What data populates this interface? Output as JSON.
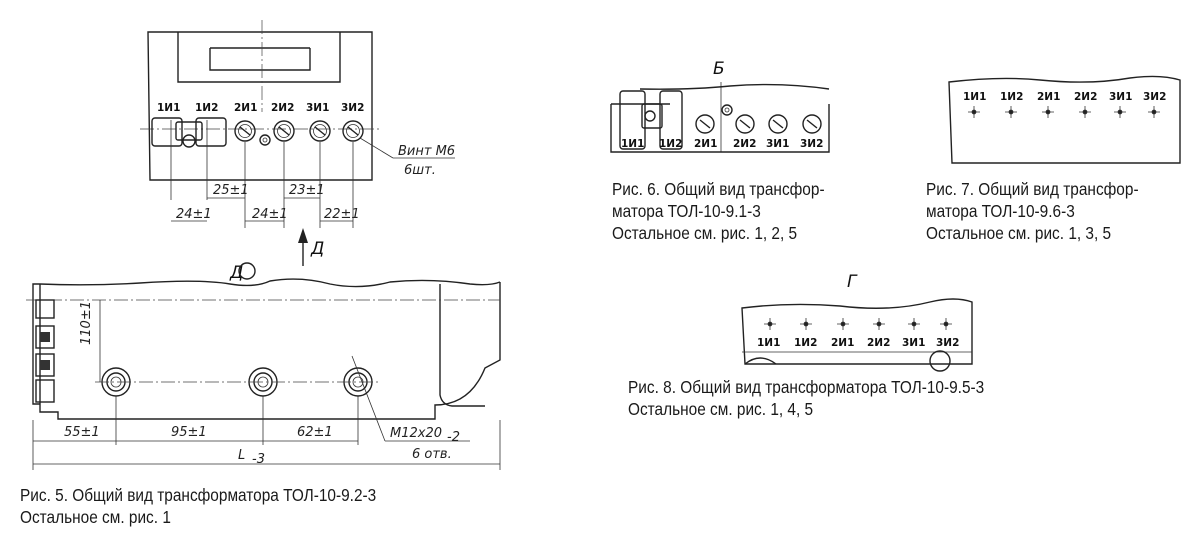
{
  "figure5": {
    "terminals": [
      "1И1",
      "1И2",
      "2И1",
      "2И2",
      "3И1",
      "3И2"
    ],
    "screw_note": [
      "Винт М6",
      "6шт."
    ],
    "dims_top": [
      "24±1",
      "25±1",
      "24±1",
      "23±1",
      "22±1"
    ],
    "view_arrow": "Д",
    "view_label": "Д",
    "dim_vertical": "110±1",
    "dims_bottom": [
      "55±1",
      "95±1",
      "62±1"
    ],
    "dim_total": "L",
    "dim_total_tol": "-3",
    "hole_note": [
      "М12х20",
      "-2",
      "6 отв."
    ],
    "caption": [
      "Рис. 5. Общий вид трансформатора ТОЛ-10-9.2-3",
      "Остальное см. рис. 1"
    ]
  },
  "figure6": {
    "view_label": "Б",
    "terminals": [
      "1И1",
      "1И2",
      "2И1",
      "2И2",
      "3И1",
      "3И2"
    ],
    "caption": [
      "Рис. 6. Общий вид трансфор-",
      "матора ТОЛ-10-9.1-3",
      "Остальное см. рис. 1, 2, 5"
    ]
  },
  "figure7": {
    "terminals": [
      "1И1",
      "1И2",
      "2И1",
      "2И2",
      "3И1",
      "3И2"
    ],
    "caption": [
      "Рис. 7. Общий вид трансфор-",
      "матора ТОЛ-10-9.6-3",
      "Остальное см. рис. 1, 3, 5"
    ]
  },
  "figure8": {
    "view_label": "Г",
    "terminals": [
      "1И1",
      "1И2",
      "2И1",
      "2И2",
      "3И1",
      "3И2"
    ],
    "caption": [
      "Рис. 8. Общий вид трансформатора ТОЛ-10-9.5-3",
      "Остальное см. рис. 1, 4, 5"
    ]
  }
}
